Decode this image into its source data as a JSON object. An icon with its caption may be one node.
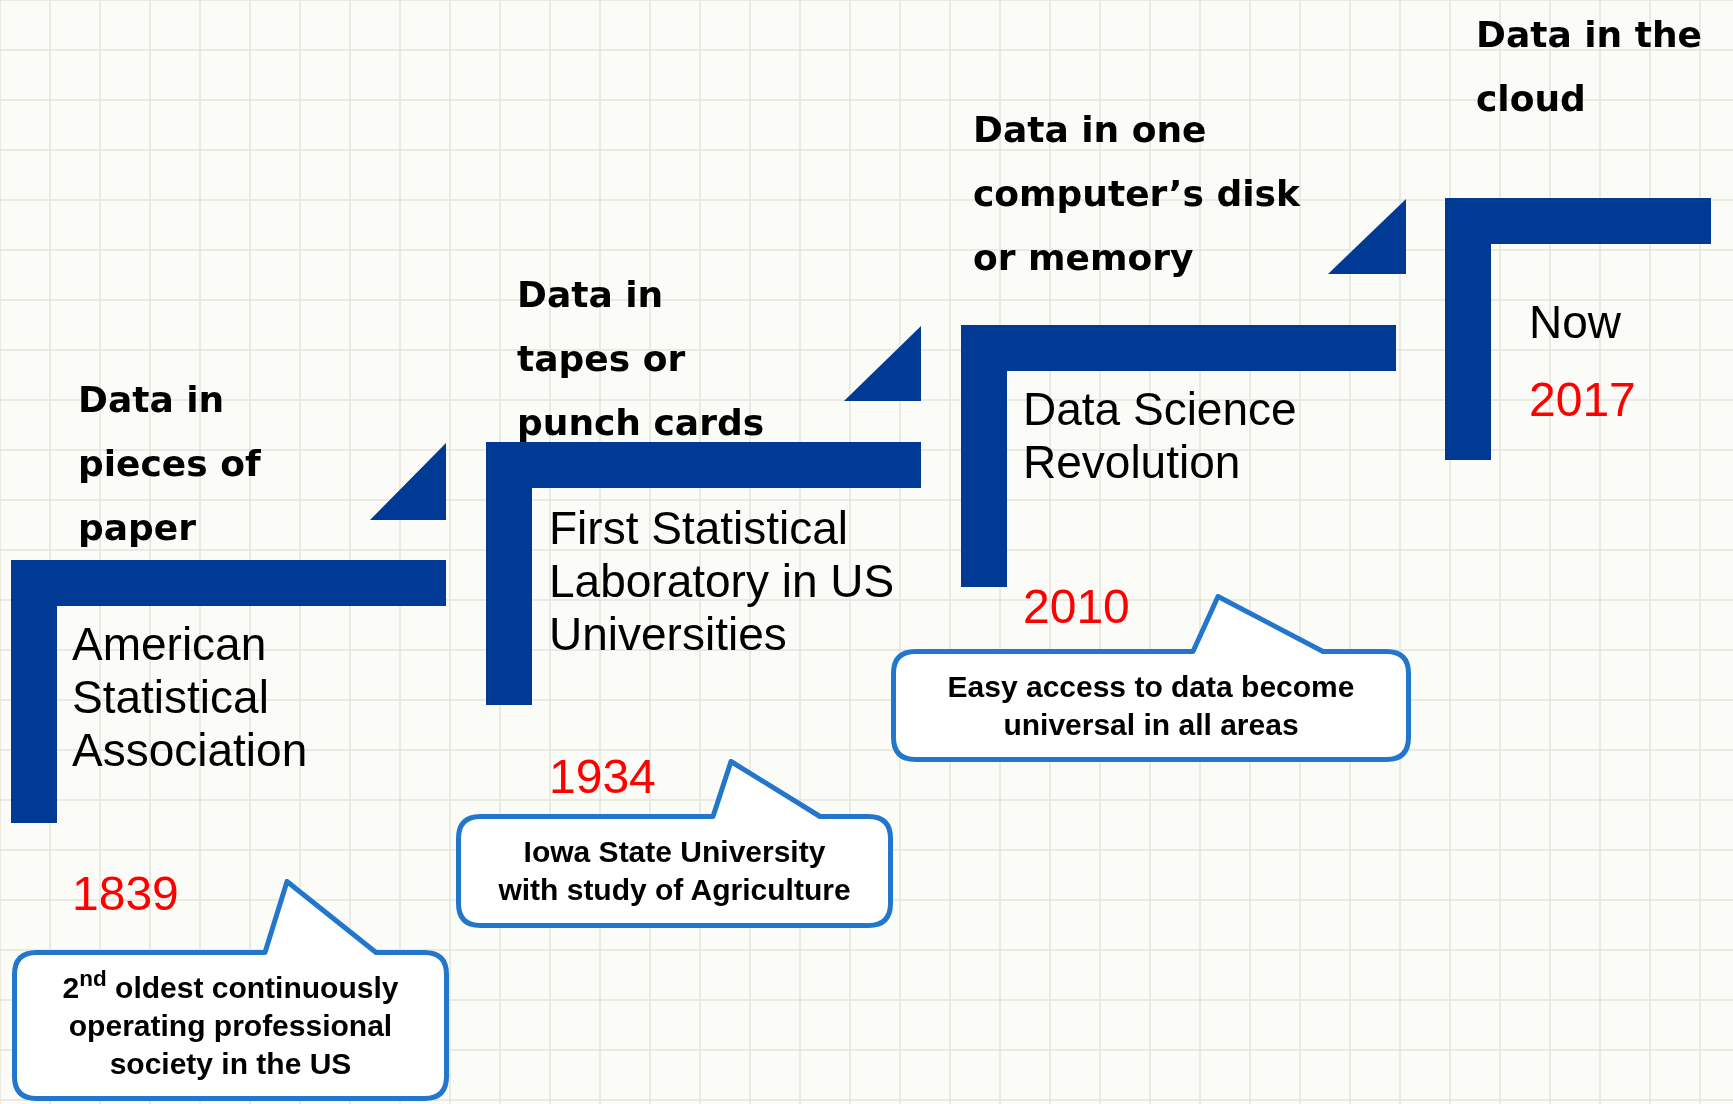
{
  "diagram": {
    "nodes": [
      {
        "text": [
          "Data in pieces of paper",
          "American Statistical Association"
        ]
      },
      {
        "text": [
          "2$^{nd}$ oldest continuously operating professional society in the US"
        ]
      },
      {
        "text": [],
        "shape": "triangle"
      },
      {
        "text": [
          "Data in tapes or punch cards",
          "First Statistical Laboratory in US Universities"
        ]
      },
      {
        "text": [
          "Iowa State University with study of Agriculture"
        ]
      },
      {
        "text": [],
        "shape": "triangle"
      },
      {
        "text": [
          "Data in one computer’s disk or memory",
          "Data Science Revolution"
        ]
      },
      {
        "text": [
          "Easy access to data become universal in all areas"
        ]
      },
      {
        "text": [],
        "shape": "triangle"
      },
      {
        "text": [
          "Data in the cloud",
          "Now"
        ]
      }
    ],
    "labels": [
      "1839",
      "1934",
      "2010",
      "2017"
    ]
  }
}
